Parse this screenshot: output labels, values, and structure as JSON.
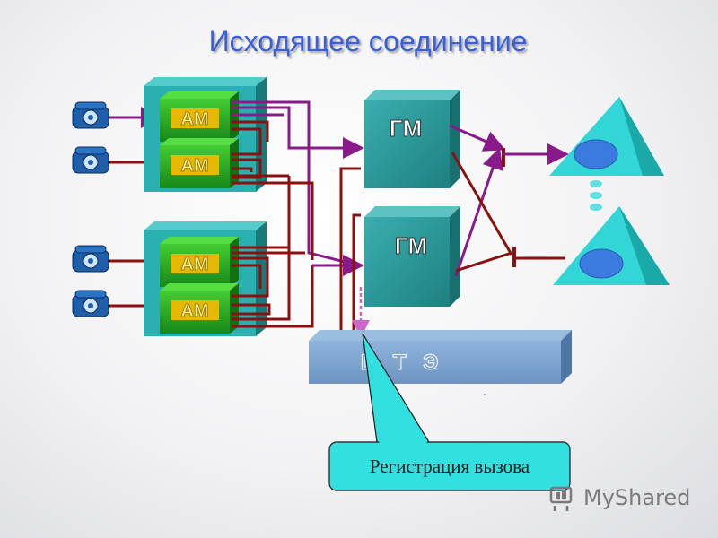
{
  "slide": {
    "title": "Исходящее соединение"
  },
  "blocks": {
    "am_label": "АМ",
    "gm_label": "ГМ",
    "cte_label": "Ц Т Э"
  },
  "callout": {
    "text": "Регистрация вызова"
  },
  "watermark": {
    "text": "MyShared"
  },
  "colors": {
    "title": "#3a5fd6",
    "teal_block": "#2e9e9e",
    "am_green": "#22aa22",
    "am_text": "#ffd700",
    "cte_block": "#7fa5d0",
    "purple_line": "#8a1a8a",
    "red_line": "#8b1010",
    "triangle": "#33d6d6",
    "callout_fill": "#33e0e0"
  }
}
